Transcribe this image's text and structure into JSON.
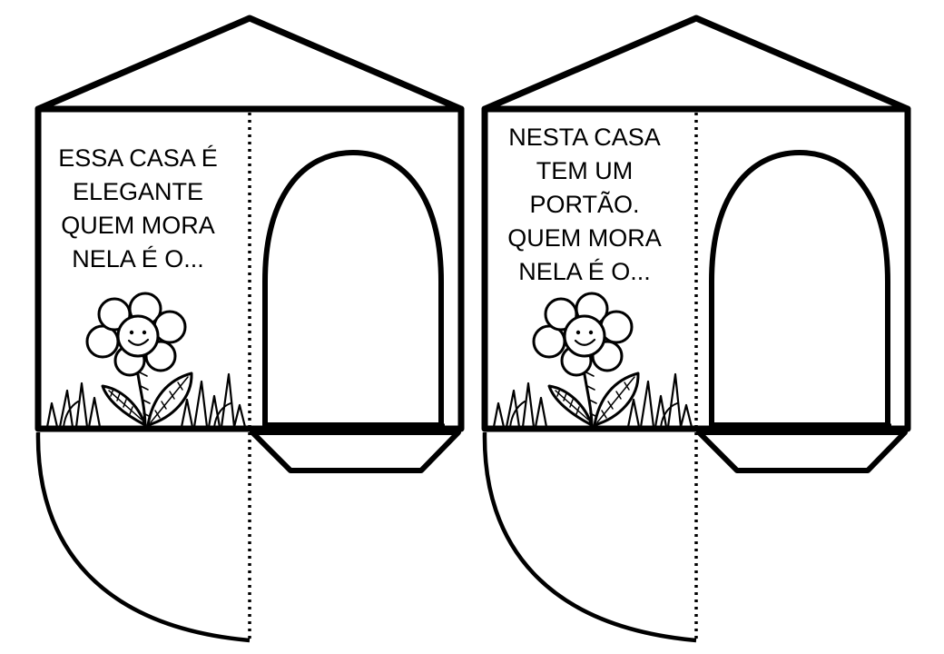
{
  "colors": {
    "ink": "#000000",
    "paper": "#ffffff"
  },
  "houses": [
    {
      "id": "house-left",
      "caption_lines": [
        "ESSA CASA É",
        "ELEGANTE",
        "QUEM MORA",
        "NELA É O..."
      ],
      "icon": "flower-icon"
    },
    {
      "id": "house-right",
      "caption_lines": [
        "NESTA CASA",
        "TEM UM",
        "PORTÃO.",
        "QUEM MORA",
        "NELA É O..."
      ],
      "icon": "flower-icon"
    }
  ]
}
